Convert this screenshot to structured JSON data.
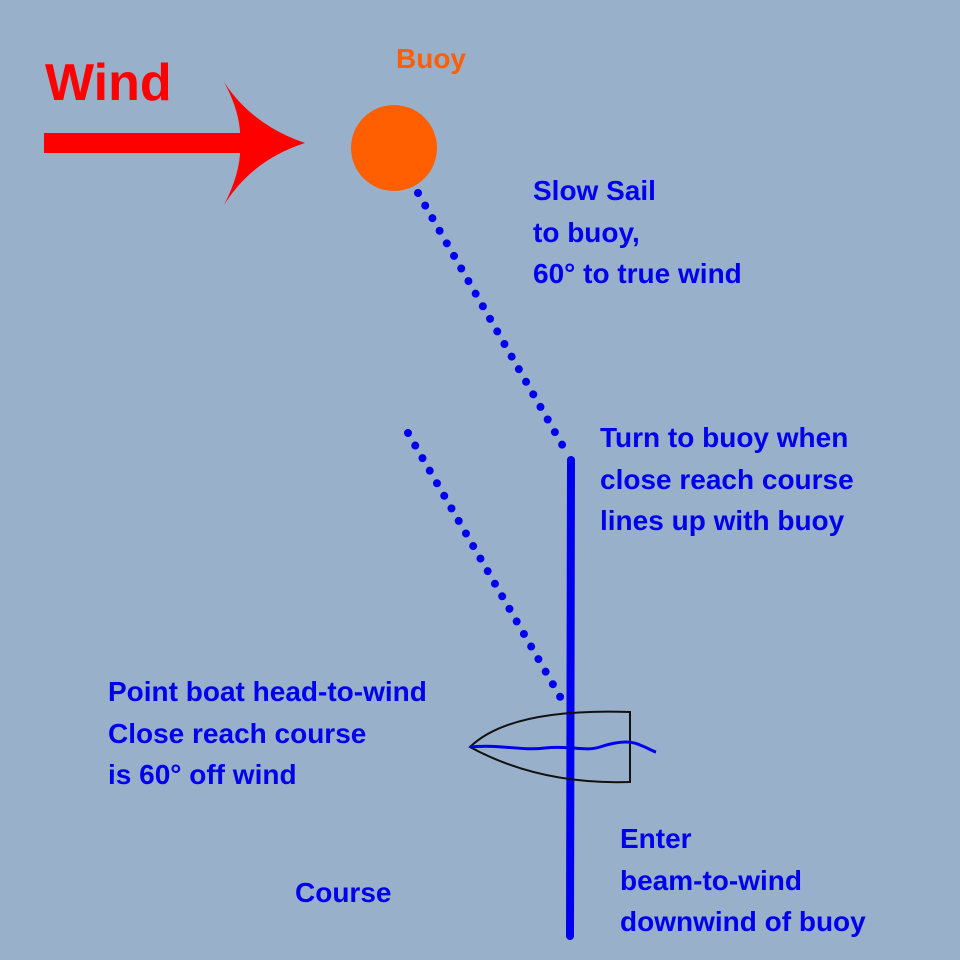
{
  "colors": {
    "background": "#98b0ca",
    "wind": "#ff0000",
    "buoy": "#ff5f00",
    "course": "#0000ee",
    "boat_outline": "#111111"
  },
  "wind_label": "Wind",
  "buoy_label": "Buoy",
  "slow_sail": [
    "Slow Sail",
    "to buoy,",
    "60° to true wind"
  ],
  "turn": [
    "Turn to buoy when",
    "close reach course",
    "lines up with buoy"
  ],
  "point": [
    "Point boat head-to-wind",
    "Close reach course",
    "is 60° off wind"
  ],
  "enter": [
    "Enter",
    "beam-to-wind",
    "downwind of buoy"
  ],
  "course_label": "Course"
}
